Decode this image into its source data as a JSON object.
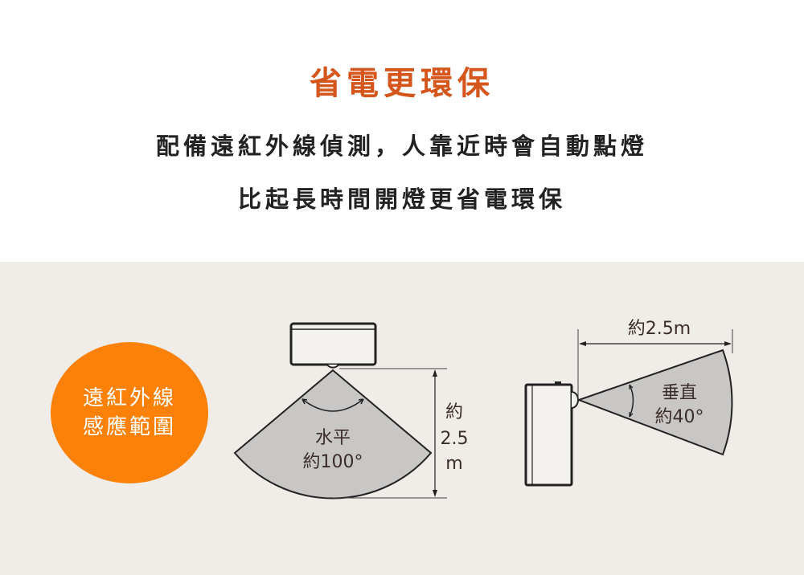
{
  "header": {
    "title": "省電更環保",
    "line1": "配備遠紅外線偵測，人靠近時會自動點燈",
    "line2": "比起長時間開燈更省電環保"
  },
  "badge": {
    "line1": "遠紅外線",
    "line2": "感應範圍"
  },
  "horizontal_diagram": {
    "angle_label_1": "水平",
    "angle_label_2": "約100°",
    "distance_label_1": "約",
    "distance_label_2": "2.5",
    "distance_label_3": "m"
  },
  "vertical_diagram": {
    "distance_label": "約2.5m",
    "angle_label_1": "垂直",
    "angle_label_2": "約40°"
  },
  "colors": {
    "title": "#d4561c",
    "badge": "#fb8108",
    "section_bg": "#f0ede9",
    "sector_fill": "#c9c7c5"
  }
}
